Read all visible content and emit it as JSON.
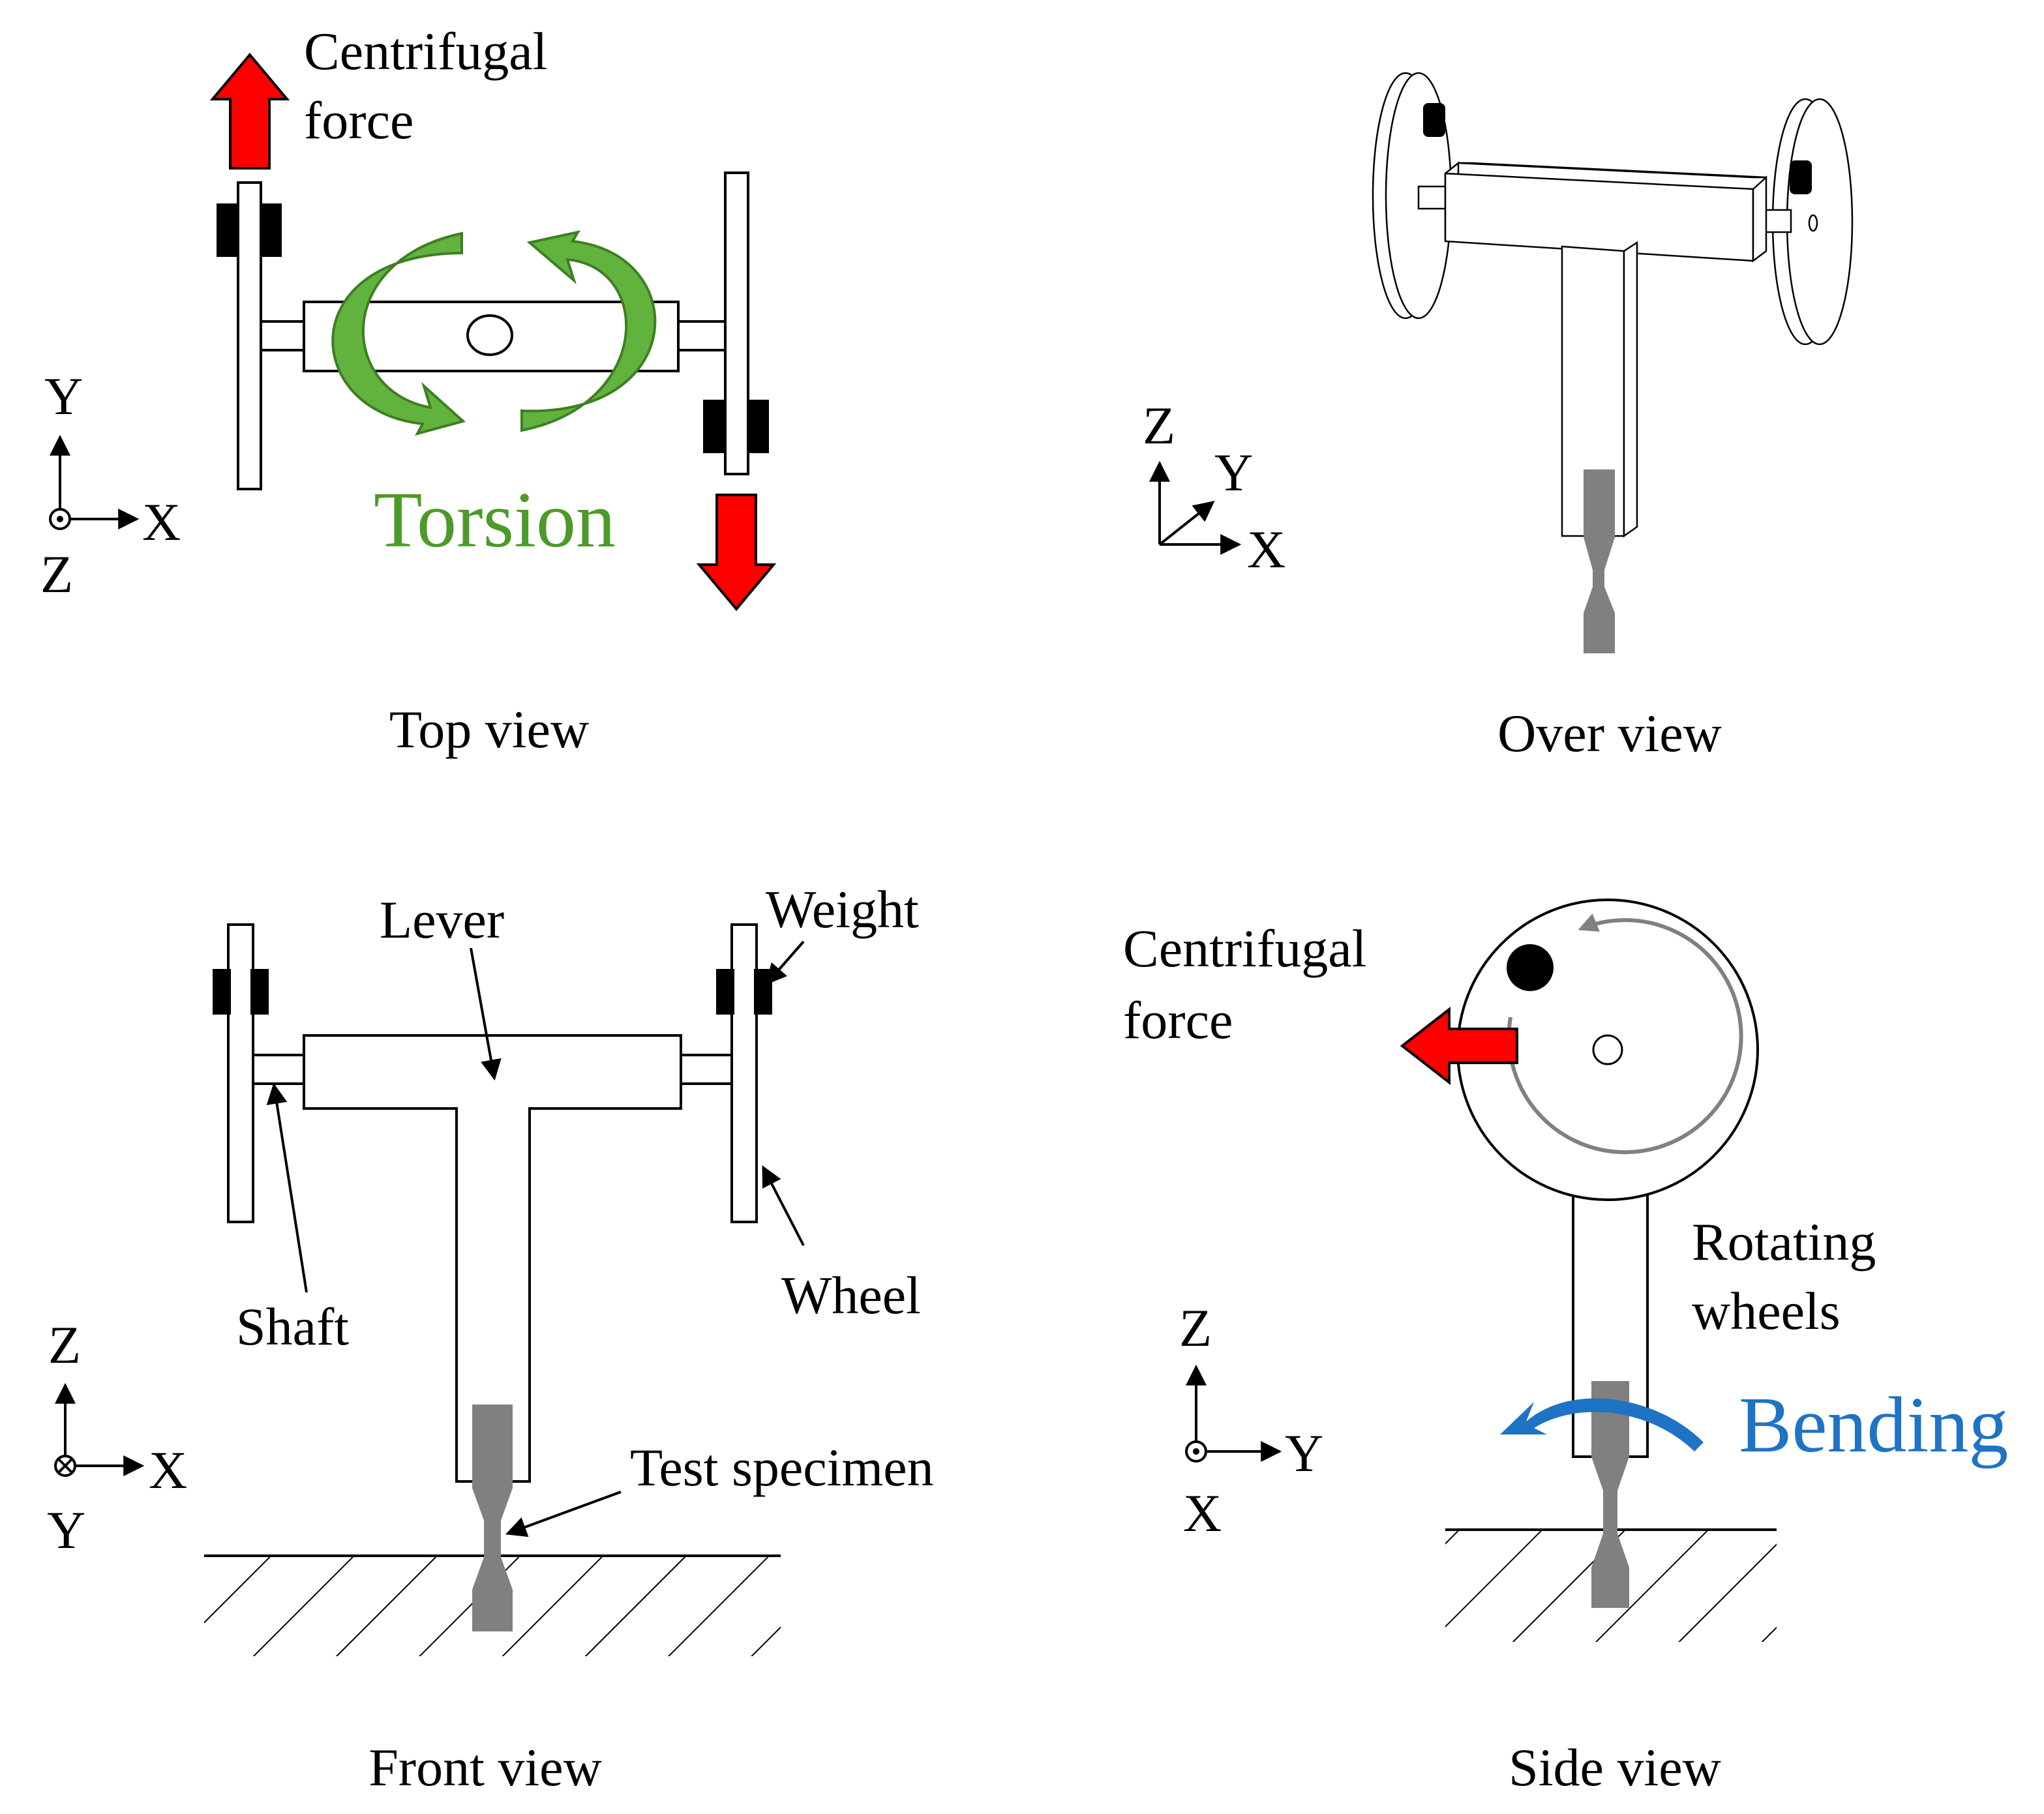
{
  "top_view": {
    "caption": "Top view",
    "centrifugal_force_line1": "Centrifugal",
    "centrifugal_force_line2": "force",
    "torsion_label": "Torsion",
    "axis_y": "Y",
    "axis_x": "X",
    "axis_z": "Z"
  },
  "over_view": {
    "caption": "Over view",
    "axis_z": "Z",
    "axis_y": "Y",
    "axis_x": "X"
  },
  "front_view": {
    "caption": "Front view",
    "lever_label": "Lever",
    "weight_label": "Weight",
    "shaft_label": "Shaft",
    "wheel_label": "Wheel",
    "test_specimen_label": "Test specimen",
    "axis_z": "Z",
    "axis_x": "X",
    "axis_y": "Y"
  },
  "side_view": {
    "caption": "Side view",
    "centrifugal_force_line1": "Centrifugal",
    "centrifugal_force_line2": "force",
    "rotating_wheels_line1": "Rotating",
    "rotating_wheels_line2": "wheels",
    "bending_label": "Bending",
    "axis_z": "Z",
    "axis_y": "Y",
    "axis_x": "X"
  },
  "colors": {
    "force_arrow": "#ff0000",
    "torsion": "#4c9a2a",
    "bending": "#1f73c4",
    "specimen": "#808080",
    "weight": "#000000"
  }
}
